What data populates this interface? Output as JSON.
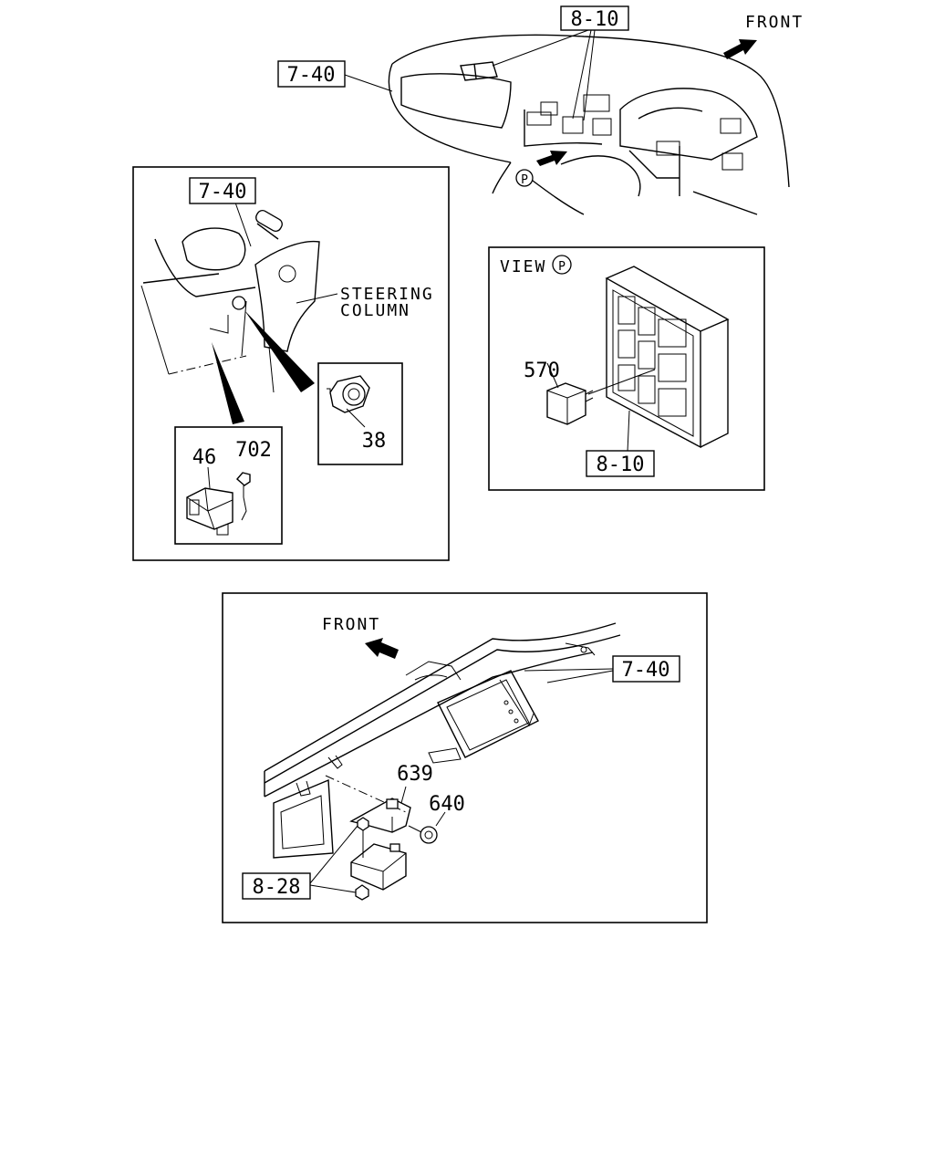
{
  "diagram": {
    "top_view": {
      "front_label": "FRONT",
      "callout_top": "8-10",
      "callout_left": "7-40",
      "view_marker": "P"
    },
    "steering_panel": {
      "callout": "7-40",
      "steering_label_line1": "STEERING",
      "steering_label_line2": "COLUMN",
      "part_38": "38",
      "part_46": "46",
      "part_702": "702"
    },
    "view_p_panel": {
      "view_label": "VIEW",
      "view_marker": "P",
      "part_570": "570",
      "callout": "8-10"
    },
    "bottom_panel": {
      "front_label": "FRONT",
      "callout_right": "7-40",
      "callout_left": "8-28",
      "part_639": "639",
      "part_640": "640"
    }
  }
}
